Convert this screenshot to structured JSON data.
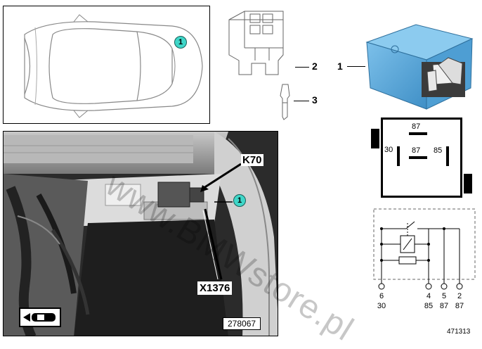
{
  "callouts": {
    "item1": "1",
    "item2": "2",
    "item3": "3"
  },
  "car_panel": {
    "marker": "1"
  },
  "photo_panel": {
    "label_k70": "K70",
    "label_x1376": "X1376",
    "marker": "1",
    "photo_number": "278067"
  },
  "relay_symbol": {
    "pin_top": "87",
    "pin_left": "30",
    "pin_center": "87",
    "pin_right": "85"
  },
  "schematic": {
    "pins": [
      {
        "num": "6",
        "term": "30"
      },
      {
        "num": "4",
        "term": "85"
      },
      {
        "num": "5",
        "term": "87"
      },
      {
        "num": "2",
        "term": "87"
      }
    ]
  },
  "watermark": "www.BMWstore.pl",
  "diagram_number": "471313",
  "colors": {
    "relay_blue": "#5ea9d8",
    "marker_cyan": "#3fd6c8"
  }
}
